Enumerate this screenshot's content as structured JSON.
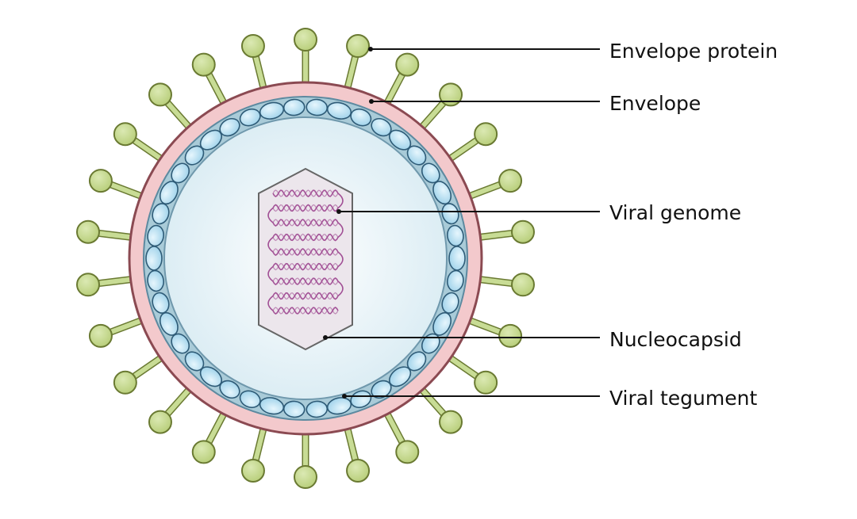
{
  "diagram": {
    "labels": [
      {
        "key": "envelope_protein",
        "text": "Envelope protein"
      },
      {
        "key": "envelope",
        "text": "Envelope"
      },
      {
        "key": "viral_genome",
        "text": "Viral genome"
      },
      {
        "key": "nucleocapsid",
        "text": "Nucleocapsid"
      },
      {
        "key": "viral_tegument",
        "text": "Viral tegument"
      }
    ],
    "colors": {
      "envelope_fill": "#f3c9cc",
      "envelope_stroke": "#8b4a52",
      "tegument_layer": "#a9cbd8",
      "tegument_bead": "#bfe3f3",
      "tegument_bead_stroke": "#2e5b77",
      "interior": "#e7f3f8",
      "spike_stem": "#c8dc95",
      "spike_head": "#c6d98f",
      "spike_stroke": "#6a7a32",
      "nucleocapsid_fill": "#ece6ec",
      "nucleocapsid_stroke": "#666666",
      "genome_strand": "#a04c93",
      "leader_line": "#111111"
    }
  }
}
